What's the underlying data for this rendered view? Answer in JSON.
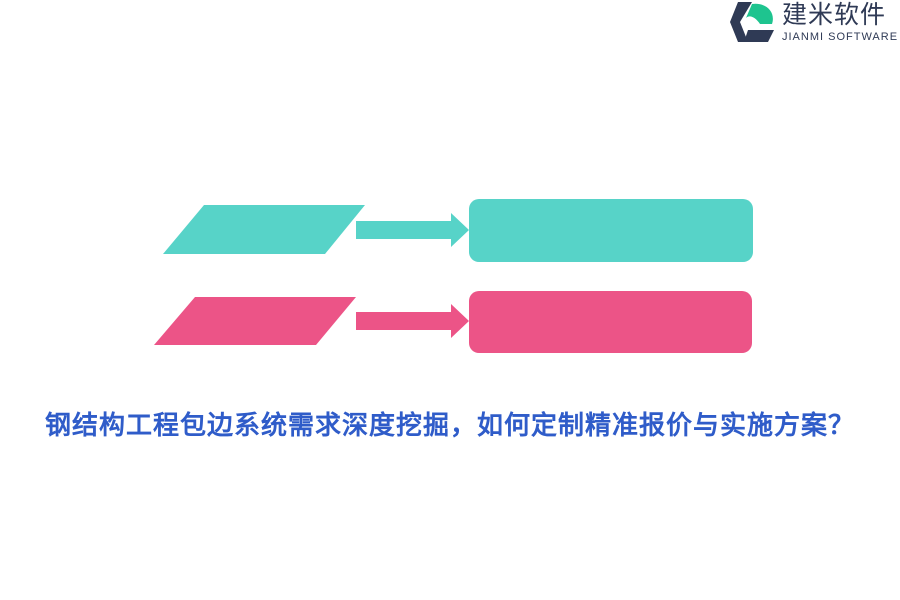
{
  "logo": {
    "name_cn": "建米软件",
    "name_en": "JIANMI SOFTWARE",
    "colors": {
      "dark": "#2f3a55",
      "green": "#1ec48f"
    }
  },
  "diagram": {
    "rows": [
      {
        "color": "#57d3c8"
      },
      {
        "color": "#ec5487"
      }
    ]
  },
  "title": {
    "text": "钢结构工程包边系统需求深度挖掘，如何定制精准报价与实施方案？",
    "color": "#2f5cc9"
  }
}
